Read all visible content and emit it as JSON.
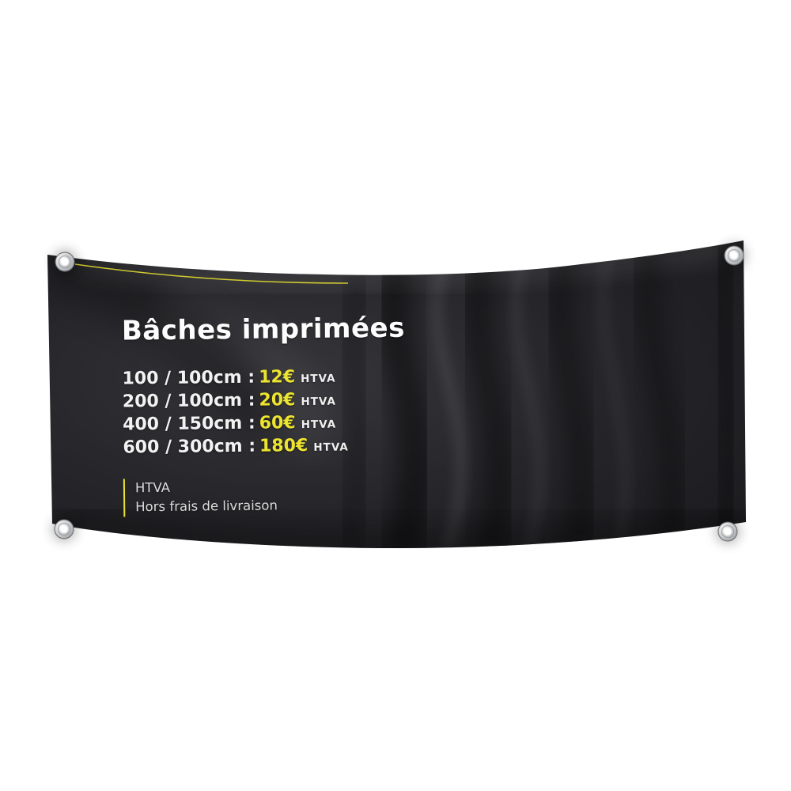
{
  "banner": {
    "title": "Bâches imprimées",
    "price_lines": [
      {
        "size": "100 / 100cm :",
        "price": "12€",
        "suffix": "HTVA"
      },
      {
        "size": "200 / 100cm :",
        "price": "20€",
        "suffix": "HTVA"
      },
      {
        "size": "400 / 150cm :",
        "price": "60€",
        "suffix": "HTVA"
      },
      {
        "size": "600 / 300cm :",
        "price": "180€",
        "suffix": "HTVA"
      }
    ],
    "footer": {
      "line1": "HTVA",
      "line2": "Hors frais de livraison"
    },
    "colors": {
      "accent": "#ece42f",
      "fabric": "#232326",
      "text": "#f5f5f5"
    }
  }
}
